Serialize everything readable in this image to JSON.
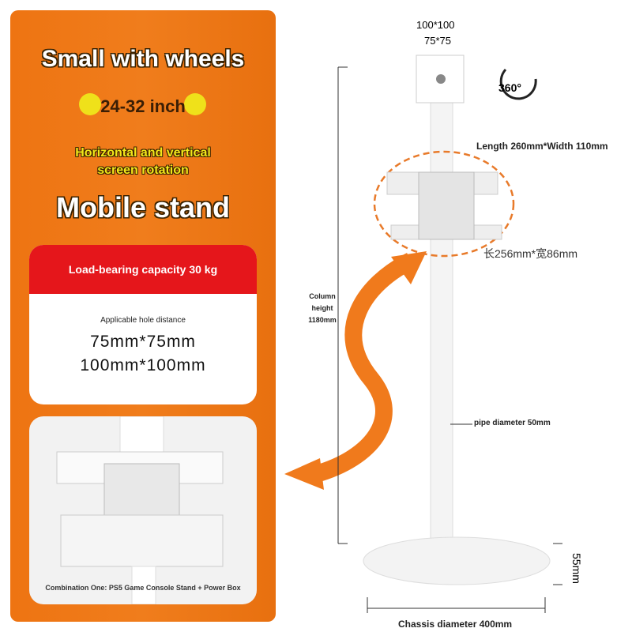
{
  "left_panel": {
    "headline": "Small with wheels",
    "size_range": "24-32 inch",
    "rotation_note": "Horizontal and vertical screen rotation",
    "product_name": "Mobile stand",
    "card": {
      "header": "Load-bearing capacity 30 kg",
      "subtitle": "Applicable hole distance",
      "hole_1": "75mm*75mm",
      "hole_2": "100mm*100mm"
    },
    "photo_caption": "Combination One: PS5 Game Console Stand + Power Box"
  },
  "diagram": {
    "vesa_outer": "100*100",
    "vesa_inner": "75*75",
    "rotation": "360°",
    "tray_top": "Length 260mm*Width 110mm",
    "tray_bottom": "长256mm*宽86mm",
    "column_height": [
      "Column",
      "height",
      "1180mm"
    ],
    "pipe_diameter": "pipe diameter 50mm",
    "base_height": "55mm",
    "chassis_diameter": "Chassis diameter 400mm"
  },
  "colors": {
    "orange": "#ee7412",
    "red": "#e5161b",
    "yellow": "#f2e61a"
  }
}
